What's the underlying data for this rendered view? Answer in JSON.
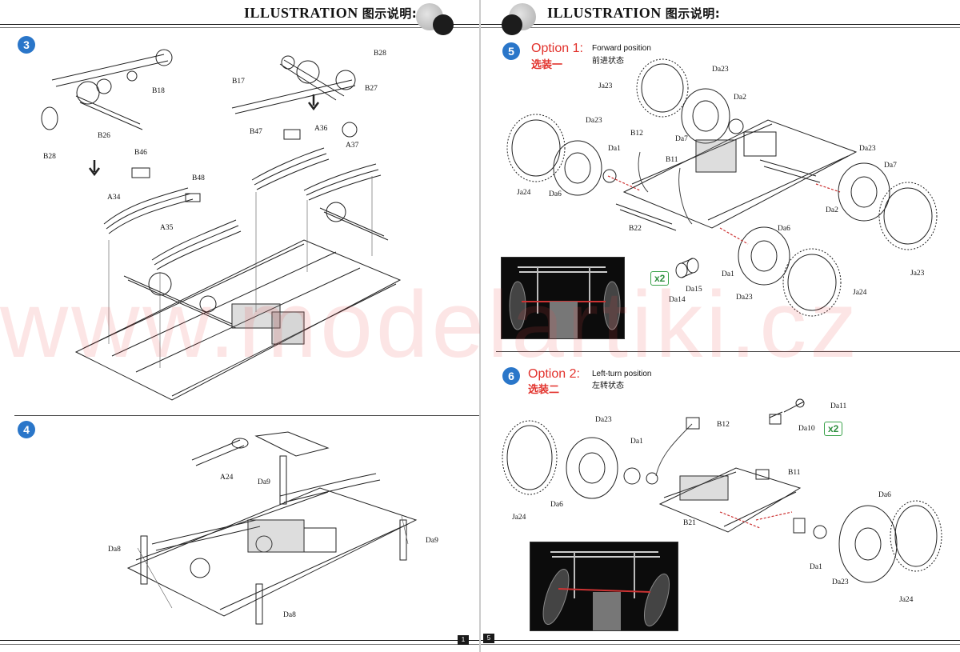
{
  "header": {
    "title": "ILLUSTRATION",
    "title_cn": "图示说明:"
  },
  "steps": {
    "s3": {
      "number": "3",
      "labels": {
        "B28a": "B28",
        "B28b": "B28",
        "B18": "B18",
        "B26": "B26",
        "B17": "B17",
        "B27": "B27",
        "B47": "B47",
        "A36": "A36",
        "A37": "A37",
        "B46": "B46",
        "B48": "B48",
        "A34": "A34",
        "A35": "A35"
      }
    },
    "s4": {
      "number": "4",
      "labels": {
        "A24": "A24",
        "Da9a": "Da9",
        "Da9b": "Da9",
        "Da8a": "Da8",
        "Da8b": "Da8"
      }
    },
    "s5": {
      "number": "5",
      "option": "Option 1:",
      "option_cn": "选装一",
      "subtitle": "Forward position",
      "subtitle_cn": "前进状态",
      "multiplier": "x2",
      "labels": {
        "Ja23": "Ja23",
        "Da23a": "Da23",
        "Da2a": "Da2",
        "Da23b": "Da23",
        "B12": "B12",
        "Da7a": "Da7",
        "Da1a": "Da1",
        "B11": "B11",
        "Da23c": "Da23",
        "Da7b": "Da7",
        "Ja24a": "Ja24",
        "Da6a": "Da6",
        "Da2b": "Da2",
        "B22": "B22",
        "Da6b": "Da6",
        "Da1b": "Da1",
        "Da14": "Da14",
        "Da15": "Da15",
        "Da23d": "Da23",
        "Ja24b": "Ja24",
        "Ja23b": "Ja23"
      }
    },
    "s6": {
      "number": "6",
      "option": "Option 2:",
      "option_cn": "选装二",
      "subtitle": "Left-turn position",
      "subtitle_cn": "左转状态",
      "multiplier": "x2",
      "labels": {
        "Da11": "Da11",
        "Da10": "Da10",
        "Da23a": "Da23",
        "B12": "B12",
        "Da1a": "Da1",
        "B11": "B11",
        "Da6a": "Da6",
        "Ja24a": "Ja24",
        "B21": "B21",
        "Da6b": "Da6",
        "Da1b": "Da1",
        "Da23b": "Da23",
        "Ja24b": "Ja24"
      }
    }
  },
  "page_numbers": {
    "left": "1",
    "right": "5"
  },
  "watermark": "www.modelartiki.cz",
  "colors": {
    "step_badge": "#2a76c9",
    "option_red": "#e2322c",
    "multiplier_green": "#2f8f3f",
    "watermark": "#eb4646"
  }
}
